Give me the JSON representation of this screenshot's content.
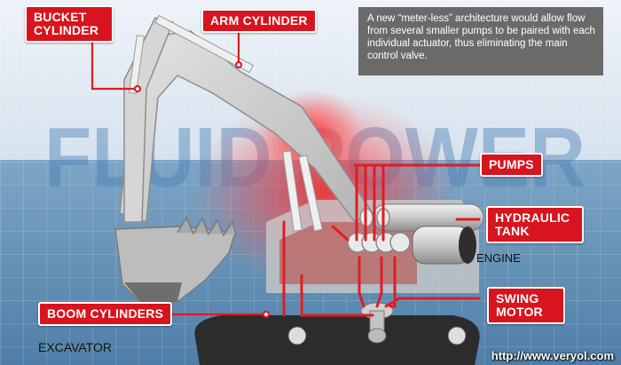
{
  "background_watermark": "FLUID POWER",
  "labels": {
    "bucket_cylinder": "BUCKET\nCYLINDER",
    "arm_cylinder": "ARM CYLINDER",
    "pumps": "PUMPS",
    "hydraulic_tank": "HYDRAULIC\nTANK",
    "boom_cylinders": "BOOM CYLINDERS",
    "swing_motor": "SWING\nMOTOR",
    "engine": "ENGINE",
    "excavator": "EXCAVATOR"
  },
  "info_text": "A new “meter-less” architecture would allow flow from several smaller pumps to be paired with each individual actuator, thus eliminating the main control valve.",
  "site_watermark": "http://www.veryol.com",
  "colors": {
    "label_red": "#d8141e",
    "info_box": "#6a6a6a",
    "hydraulic_line": "#e01c24",
    "machine_gray": "#cfcfcf"
  }
}
